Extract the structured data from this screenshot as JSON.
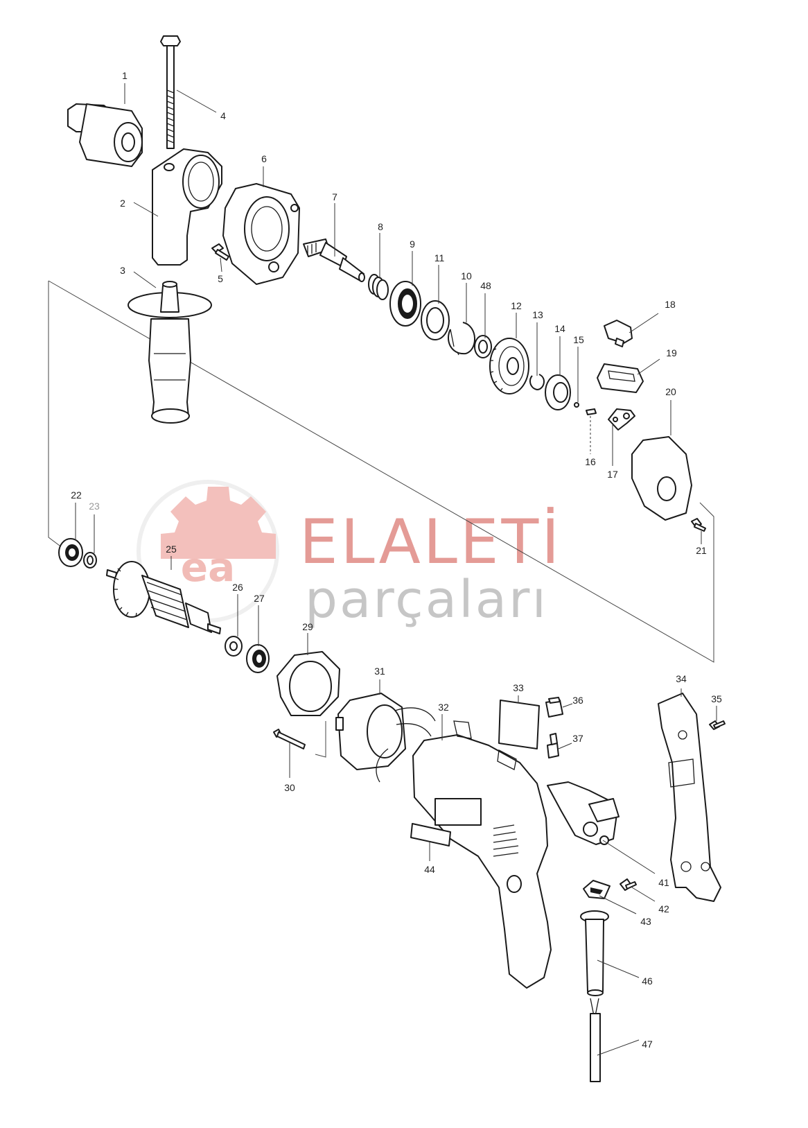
{
  "watermark": {
    "brand_line1": "ELALETİ",
    "brand_line2": "parçaları",
    "logo_letters": "ea",
    "brand_color": "#e08a84",
    "gray_color": "#bdbdbd"
  },
  "callouts": [
    {
      "id": "1",
      "part": "keyless-chuck"
    },
    {
      "id": "2",
      "part": "side-grip-clamp"
    },
    {
      "id": "3",
      "part": "side-grip-handle"
    },
    {
      "id": "4",
      "part": "depth-rod"
    },
    {
      "id": "5",
      "part": "screw"
    },
    {
      "id": "6",
      "part": "gear-housing"
    },
    {
      "id": "7",
      "part": "spindle"
    },
    {
      "id": "8",
      "part": "spring"
    },
    {
      "id": "9",
      "part": "ball-bearing"
    },
    {
      "id": "10",
      "part": "retaining-ring"
    },
    {
      "id": "11",
      "part": "flat-washer"
    },
    {
      "id": "12",
      "part": "spur-gear"
    },
    {
      "id": "13",
      "part": "retaining-ring"
    },
    {
      "id": "14",
      "part": "ratchet"
    },
    {
      "id": "15",
      "part": "steel-ball"
    },
    {
      "id": "16",
      "part": "pin"
    },
    {
      "id": "17",
      "part": "change-plate"
    },
    {
      "id": "18",
      "part": "change-knob"
    },
    {
      "id": "19",
      "part": "knob-cover"
    },
    {
      "id": "20",
      "part": "bearing-box"
    },
    {
      "id": "21",
      "part": "screw"
    },
    {
      "id": "22",
      "part": "ball-bearing"
    },
    {
      "id": "23",
      "part": "washer"
    },
    {
      "id": "25",
      "part": "armature"
    },
    {
      "id": "26",
      "part": "insulation-washer"
    },
    {
      "id": "27",
      "part": "ball-bearing"
    },
    {
      "id": "29",
      "part": "baffle-plate"
    },
    {
      "id": "30",
      "part": "screw"
    },
    {
      "id": "31",
      "part": "field"
    },
    {
      "id": "32",
      "part": "motor-housing"
    },
    {
      "id": "33",
      "part": "name-plate"
    },
    {
      "id": "34",
      "part": "handle-cover"
    },
    {
      "id": "35",
      "part": "screw"
    },
    {
      "id": "36",
      "part": "brush-holder-cap"
    },
    {
      "id": "37",
      "part": "carbon-brush"
    },
    {
      "id": "41",
      "part": "switch"
    },
    {
      "id": "42",
      "part": "screw"
    },
    {
      "id": "43",
      "part": "strain-relief"
    },
    {
      "id": "44",
      "part": "label"
    },
    {
      "id": "46",
      "part": "cord-guard"
    },
    {
      "id": "47",
      "part": "power-cord"
    },
    {
      "id": "48",
      "part": "flat-washer"
    }
  ]
}
